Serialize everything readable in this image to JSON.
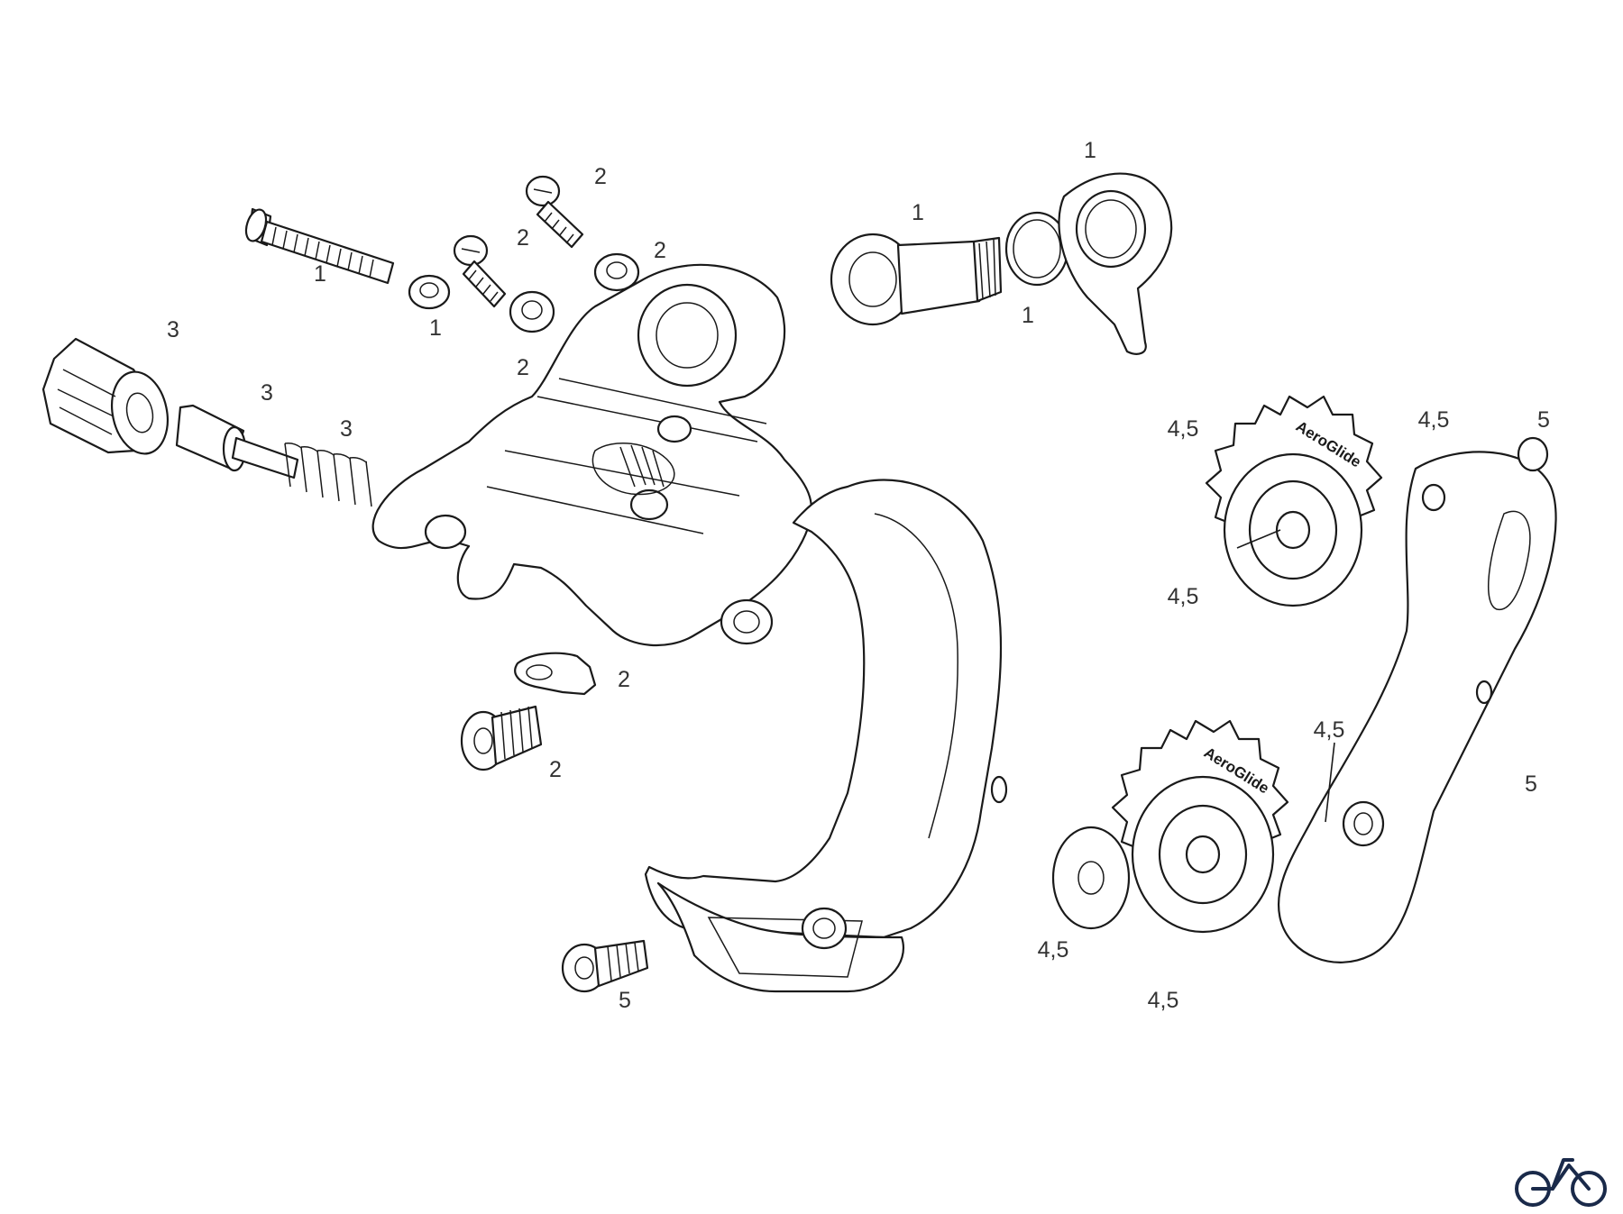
{
  "callouts": {
    "c1": "1",
    "c2": "1",
    "c3": "1",
    "c4": "1",
    "c5": "1",
    "c6": "2",
    "c7": "2",
    "c8": "2",
    "c9": "2",
    "c10": "2",
    "c11": "2",
    "c12": "3",
    "c13": "3",
    "c14": "3",
    "c15": "4,5",
    "c16": "4,5",
    "c17": "4,5",
    "c18": "4,5",
    "c19": "4,5",
    "c20": "4,5",
    "c21": "5",
    "c22": "5",
    "c23": "5"
  },
  "pulley_brand": {
    "upper": "AeroGlide",
    "lower": "AeroGlide"
  },
  "logo": {
    "icon": "bicycle-icon",
    "color": "#1a2a4a"
  }
}
